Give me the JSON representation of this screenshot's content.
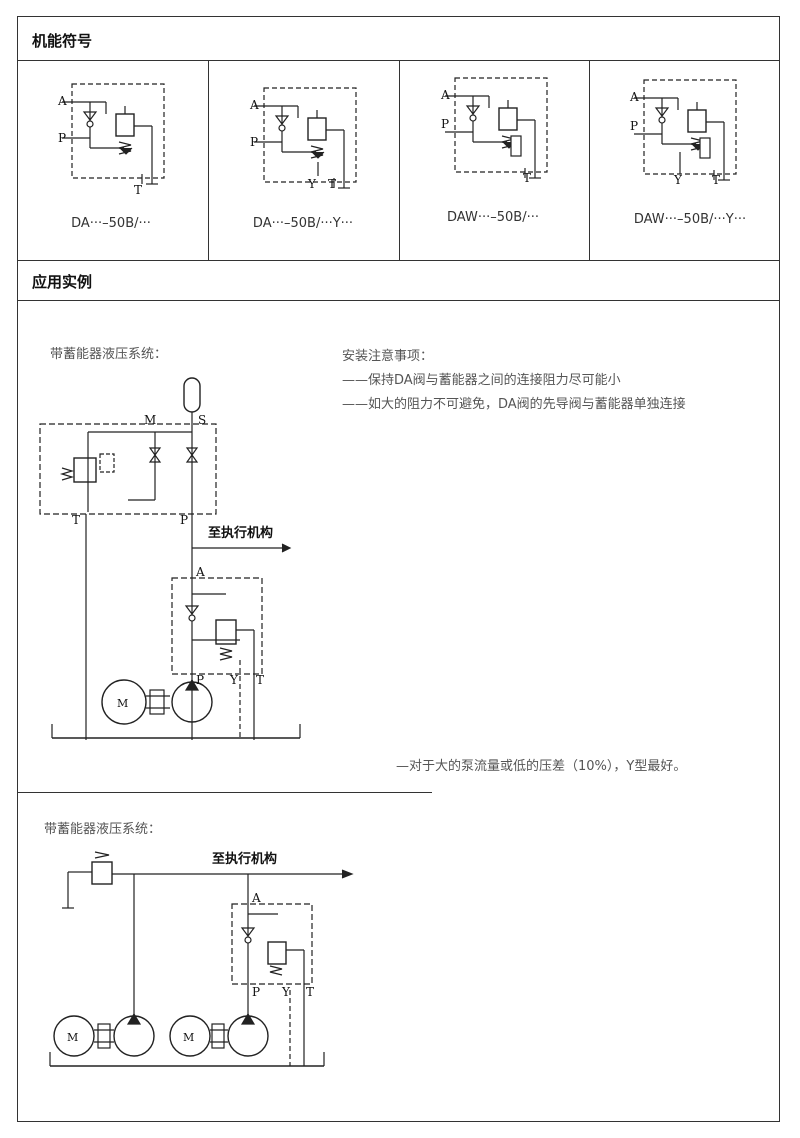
{
  "sections": {
    "function_symbols": "机能符号",
    "application_examples": "应用实例"
  },
  "symbols": [
    {
      "label": "DA···–50B/···"
    },
    {
      "label": "DA···–50B/···Y···"
    },
    {
      "label": "DAW···–50B/···"
    },
    {
      "label": "DAW···–50B/···Y···"
    }
  ],
  "example1": {
    "caption": "带蓄能器液压系统：",
    "to_actuator": "至执行机构",
    "notes_title": "安装注意事项：",
    "notes": [
      "——保持DA阀与蓄能器之间的连接阻力尽可能小",
      "——如大的阻力不可避免，DA阀的先导阀与蓄能器单独连接"
    ],
    "bottom_note": "—对于大的泵流量或低的压差（10%），Y型最好。"
  },
  "example2": {
    "caption": "带蓄能器液压系统：",
    "to_actuator": "至执行机构"
  },
  "ports": {
    "A": "A",
    "P": "P",
    "T": "T",
    "Y": "Y",
    "M": "M",
    "S": "S",
    "motor": "M"
  }
}
